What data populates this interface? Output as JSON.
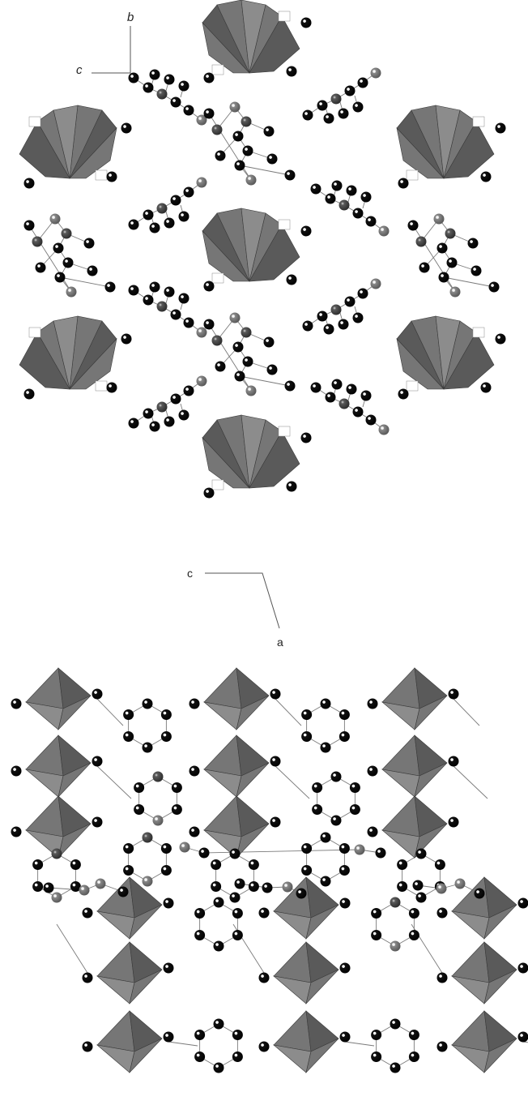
{
  "panel_top": {
    "axes": {
      "vertical": "b",
      "horizontal": "c"
    }
  },
  "panel_bottom": {
    "axes": {
      "horizontal": "c",
      "diagonal": "a"
    }
  },
  "colors": {
    "background": "#ffffff",
    "polyhedron_dark": "#5a5a5a",
    "polyhedron_mid": "#767676",
    "polyhedron_light": "#8c8c8c",
    "atom_black": "#0a0a0a",
    "atom_grey": "#7a7a7a",
    "atom_dark": "#444444",
    "bond": "#7a7a7a"
  }
}
